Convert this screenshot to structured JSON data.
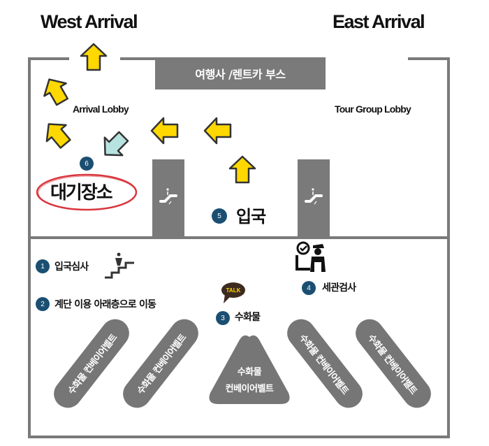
{
  "titles": {
    "west": "West Arrival",
    "east": "East Arrival"
  },
  "booth": {
    "label": "여행사 /렌트카 부스"
  },
  "lobbies": {
    "arrival": "Arrival Lobby",
    "tour_group": "Tour Group  Lobby"
  },
  "waiting_area": {
    "number": "6",
    "label": "대기장소",
    "highlight_color": "#d9363e"
  },
  "immigration_entry": {
    "number": "5",
    "label": "입국"
  },
  "steps": [
    {
      "number": "1",
      "label": "입국심사",
      "icon": "stairs-person-icon"
    },
    {
      "number": "2",
      "label": "계단 이용 아래층으로 이동"
    },
    {
      "number": "3",
      "label": "수화물",
      "icon": "talk-bubble-icon",
      "icon_text": "TALK"
    },
    {
      "number": "4",
      "label": "세관검사",
      "icon": "customs-officer-icon"
    }
  ],
  "belts": [
    {
      "label": "수화물 컨베이어벨트"
    },
    {
      "label": "수화물 컨베이어벨트"
    },
    {
      "line1": "수화물",
      "line2": "컨베이어벨트"
    },
    {
      "label": "수화물 컨베이어벨트"
    },
    {
      "label": "수화물 컨베이어벨트"
    }
  ],
  "colors": {
    "arrow_yellow": "#ffd800",
    "arrow_teal": "#b6e3df",
    "badge_blue": "#1b4f72",
    "wall_gray": "#7a7a7a"
  }
}
